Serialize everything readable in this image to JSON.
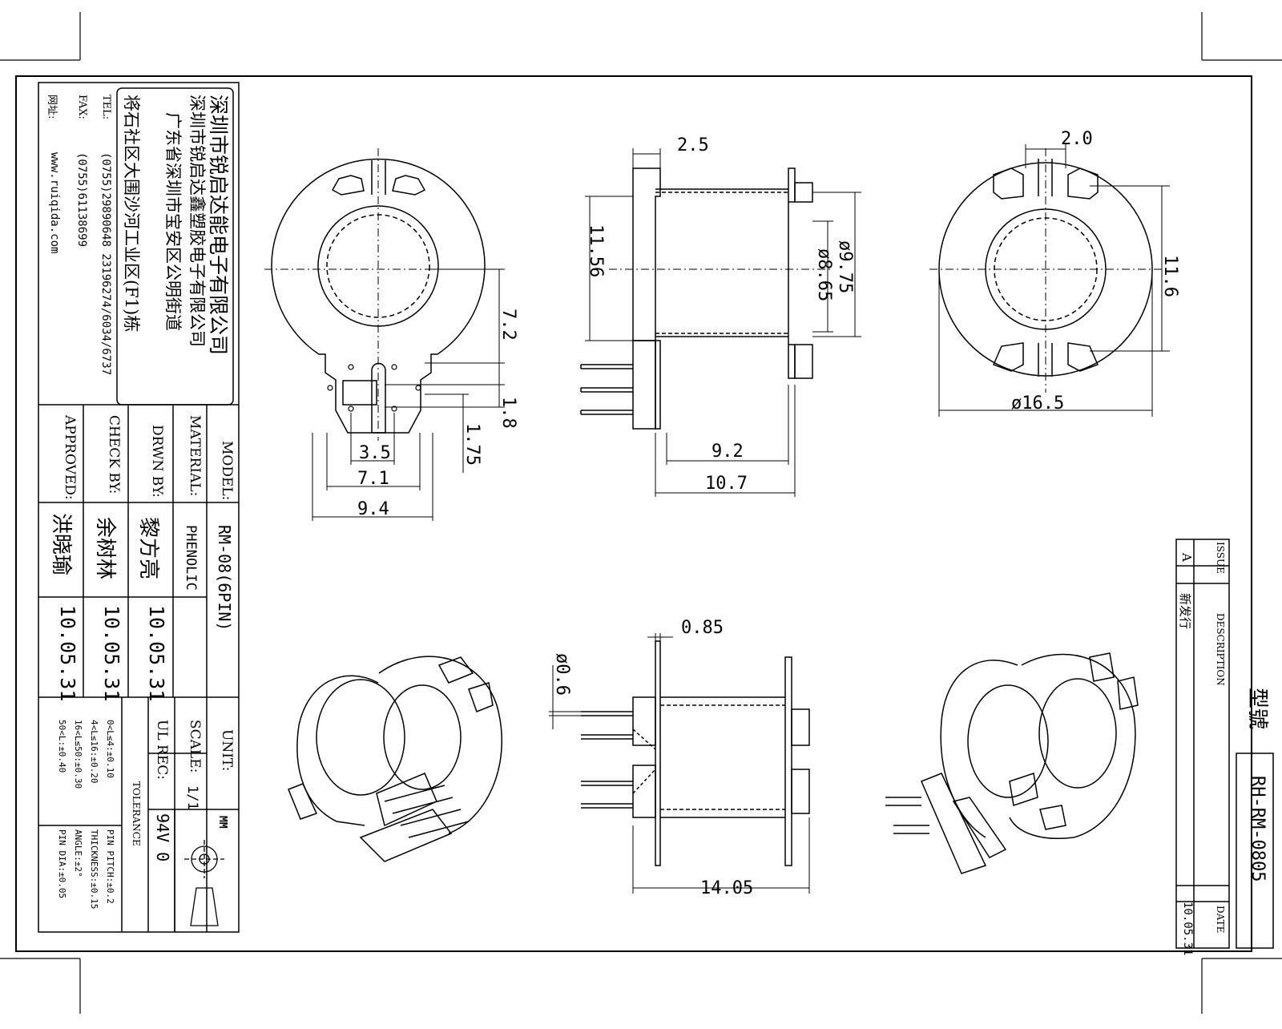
{
  "company": {
    "name": "深圳市锐启达能电子有限公司",
    "factory": "深圳市锐启达鑫塑胶电子有限公司",
    "address1": "广东省深圳市宝安区公明街道",
    "address2": "将石社区大围沙河工业区(F1)栋",
    "tel_label": "TEL:",
    "tel": "(0755)29890648  23196274/6034/6737",
    "fax_label": "FAX:",
    "fax": "(0755)61138699",
    "web_label": "网址:",
    "web": "www.ruiqida.com"
  },
  "title_block": {
    "model_label": "MODEL:",
    "model": "RM-08(6PIN)",
    "material_label": "MATERIAL:",
    "material": "PHENOLIC",
    "drwn_label": "DRWN BY:",
    "drwn_name": "黎方亮",
    "drwn_date": "10.05.31",
    "check_label": "CHECK BY:",
    "check_name": "余树林",
    "check_date": "10.05.31",
    "approved_label": "APPROVED:",
    "approved_name": "洪晓瑜",
    "approved_date": "10.05.31",
    "unit_label": "UNIT:",
    "unit": "MM",
    "scale_label": "SCALE:",
    "scale": "1/1",
    "ul_label": "UL REC:",
    "ul": "94V 0",
    "tolerance_label": "TOLERANCE",
    "tol1": "0<L≤4:±0.10",
    "tol2": "4<L≤16:±0.20",
    "tol3": "16<L≤50:±0.30",
    "tol4": "50<L:±0.40",
    "tol5": "PIN PITCH:±0.2",
    "tol6": "THICKNESS:±0.15",
    "tol7": "ANGLE:±2°",
    "tol8": "PIN DIA:±0.05"
  },
  "revision": {
    "issue_label": "ISSUE",
    "issue": "A",
    "description_label": "DESCRIPTION",
    "description": "新发行",
    "date_label": "DATE",
    "date": "10.05.31"
  },
  "part": {
    "model_heading": "型號",
    "number": "RH-RM-0805"
  },
  "dimensions": {
    "F": "2.5",
    "H": "11.56",
    "C": "ø9.75",
    "D": "ø8.65",
    "K": "7.2",
    "L": "1.8",
    "M": "1.75",
    "N": "3.5",
    "O": "7.1",
    "P": "9.4",
    "E": "9.2",
    "G": "10.7",
    "top_width": "2.0",
    "A": "11.6",
    "B": "ø16.5",
    "flange_thickness": "0.85",
    "J": "ø0.6",
    "I": "14.05"
  }
}
